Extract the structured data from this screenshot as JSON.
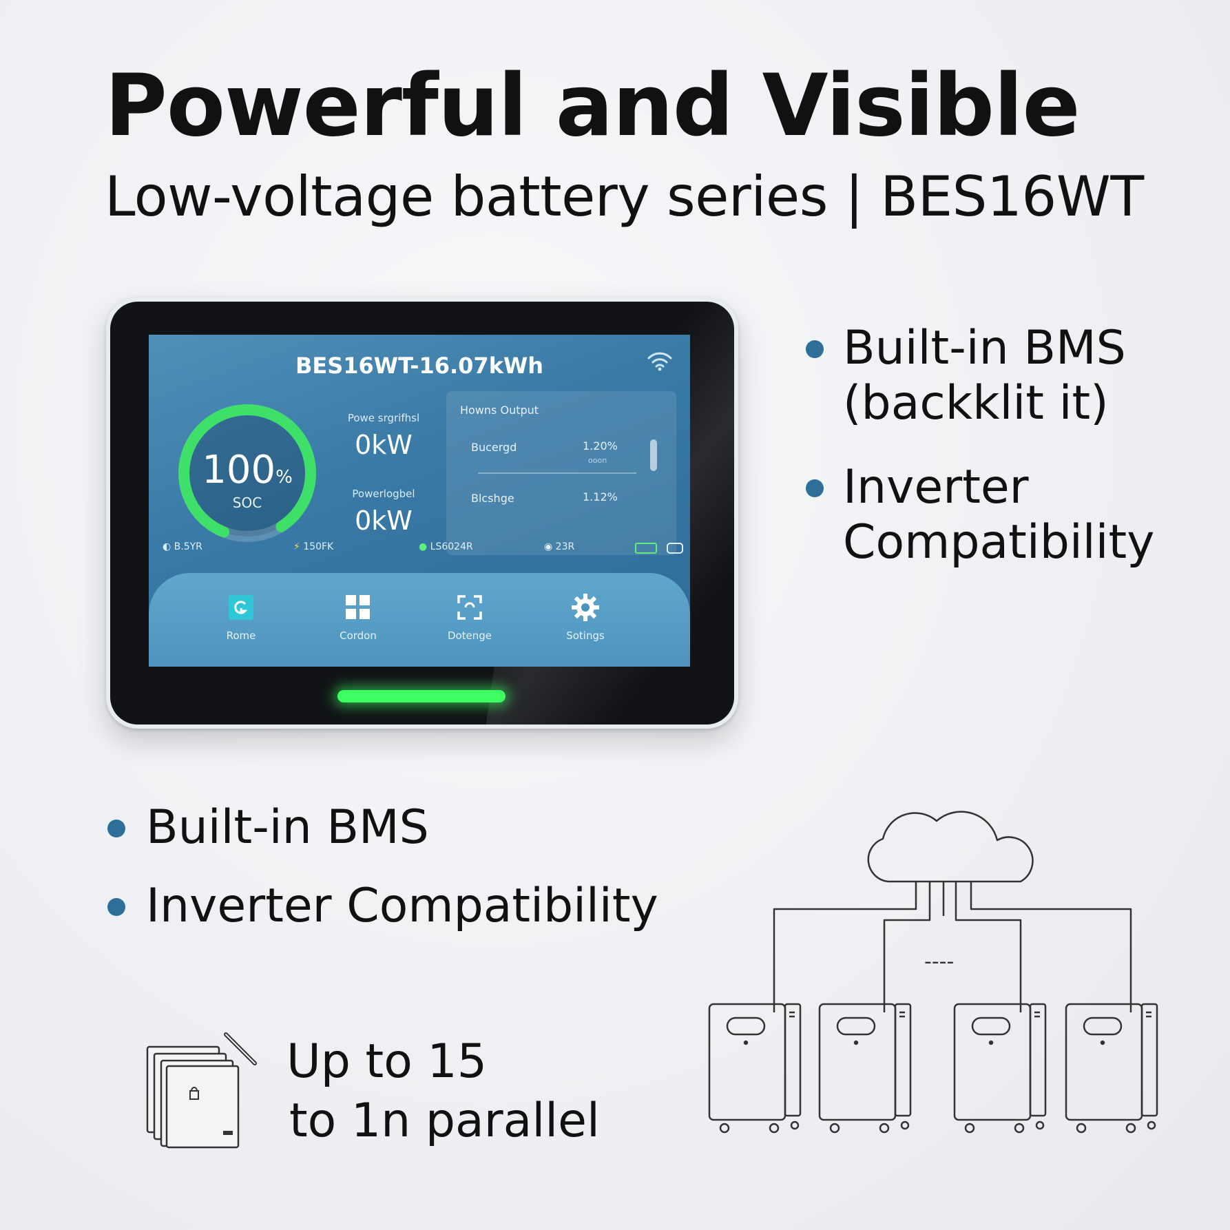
{
  "header": {
    "title": "Powerful and Visible",
    "subtitle": "Low-voltage battery series | BES16WT"
  },
  "screen": {
    "title": "BES16WT-16.07kWh",
    "soc": {
      "value": "100",
      "unit": "%",
      "label": "SOC",
      "fraction": 0.85
    },
    "power_in": {
      "label": "Powe srgrifhsl",
      "value": "0kW"
    },
    "power_out": {
      "label": "Powerlogbel",
      "value": "0kW"
    },
    "panel": {
      "title": "Howns Output",
      "row1_label": "Bucergd",
      "row1_value": "1.20%",
      "row1_sub": "ooon",
      "row2_label": "Blcshge",
      "row2_value": "1.12%"
    },
    "status": [
      "B.5YR",
      "150FK",
      "LS6024R",
      "23R"
    ],
    "nav": [
      "Rome",
      "Cordon",
      "Dotenge",
      "Sotings"
    ]
  },
  "features_right": [
    [
      "Built-in BMS",
      "(backklit it)"
    ],
    [
      "Inverter",
      "Compatibility"
    ]
  ],
  "features_left": [
    "Built-in BMS",
    "Inverter Compatibility"
  ],
  "parallel": {
    "line1": "Up to 15",
    "line2": "to 1n parallel"
  },
  "network": {
    "ellipsis": "----"
  },
  "colors": {
    "accent": "#2e6f99",
    "led": "#3dff62",
    "gauge": "#3ee06a"
  }
}
